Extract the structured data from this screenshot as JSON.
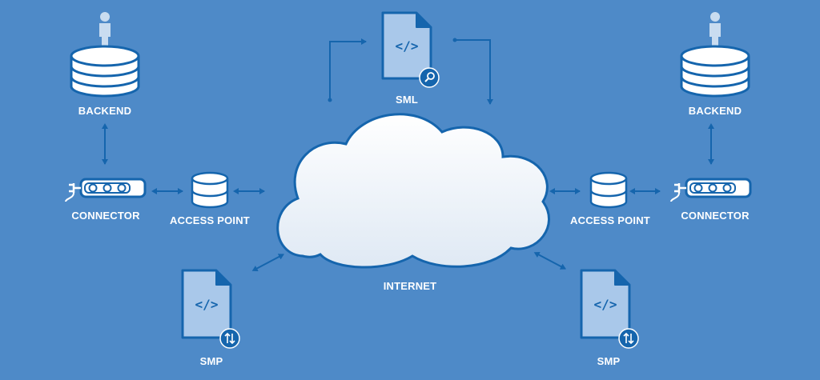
{
  "labels": {
    "backend_left": "BACKEND",
    "backend_right": "BACKEND",
    "connector_left": "CONNECTOR",
    "connector_right": "CONNECTOR",
    "access_point_left": "ACCESS POINT",
    "access_point_right": "ACCESS POINT",
    "sml": "SML",
    "internet": "INTERNET",
    "smp_left": "SMP",
    "smp_right": "SMP"
  },
  "colors": {
    "background": "#4e8ac8",
    "dark_blue": "#1565ad",
    "doc_fill": "#a9c8ea",
    "white": "#ffffff",
    "person": "#c9dcf0"
  }
}
